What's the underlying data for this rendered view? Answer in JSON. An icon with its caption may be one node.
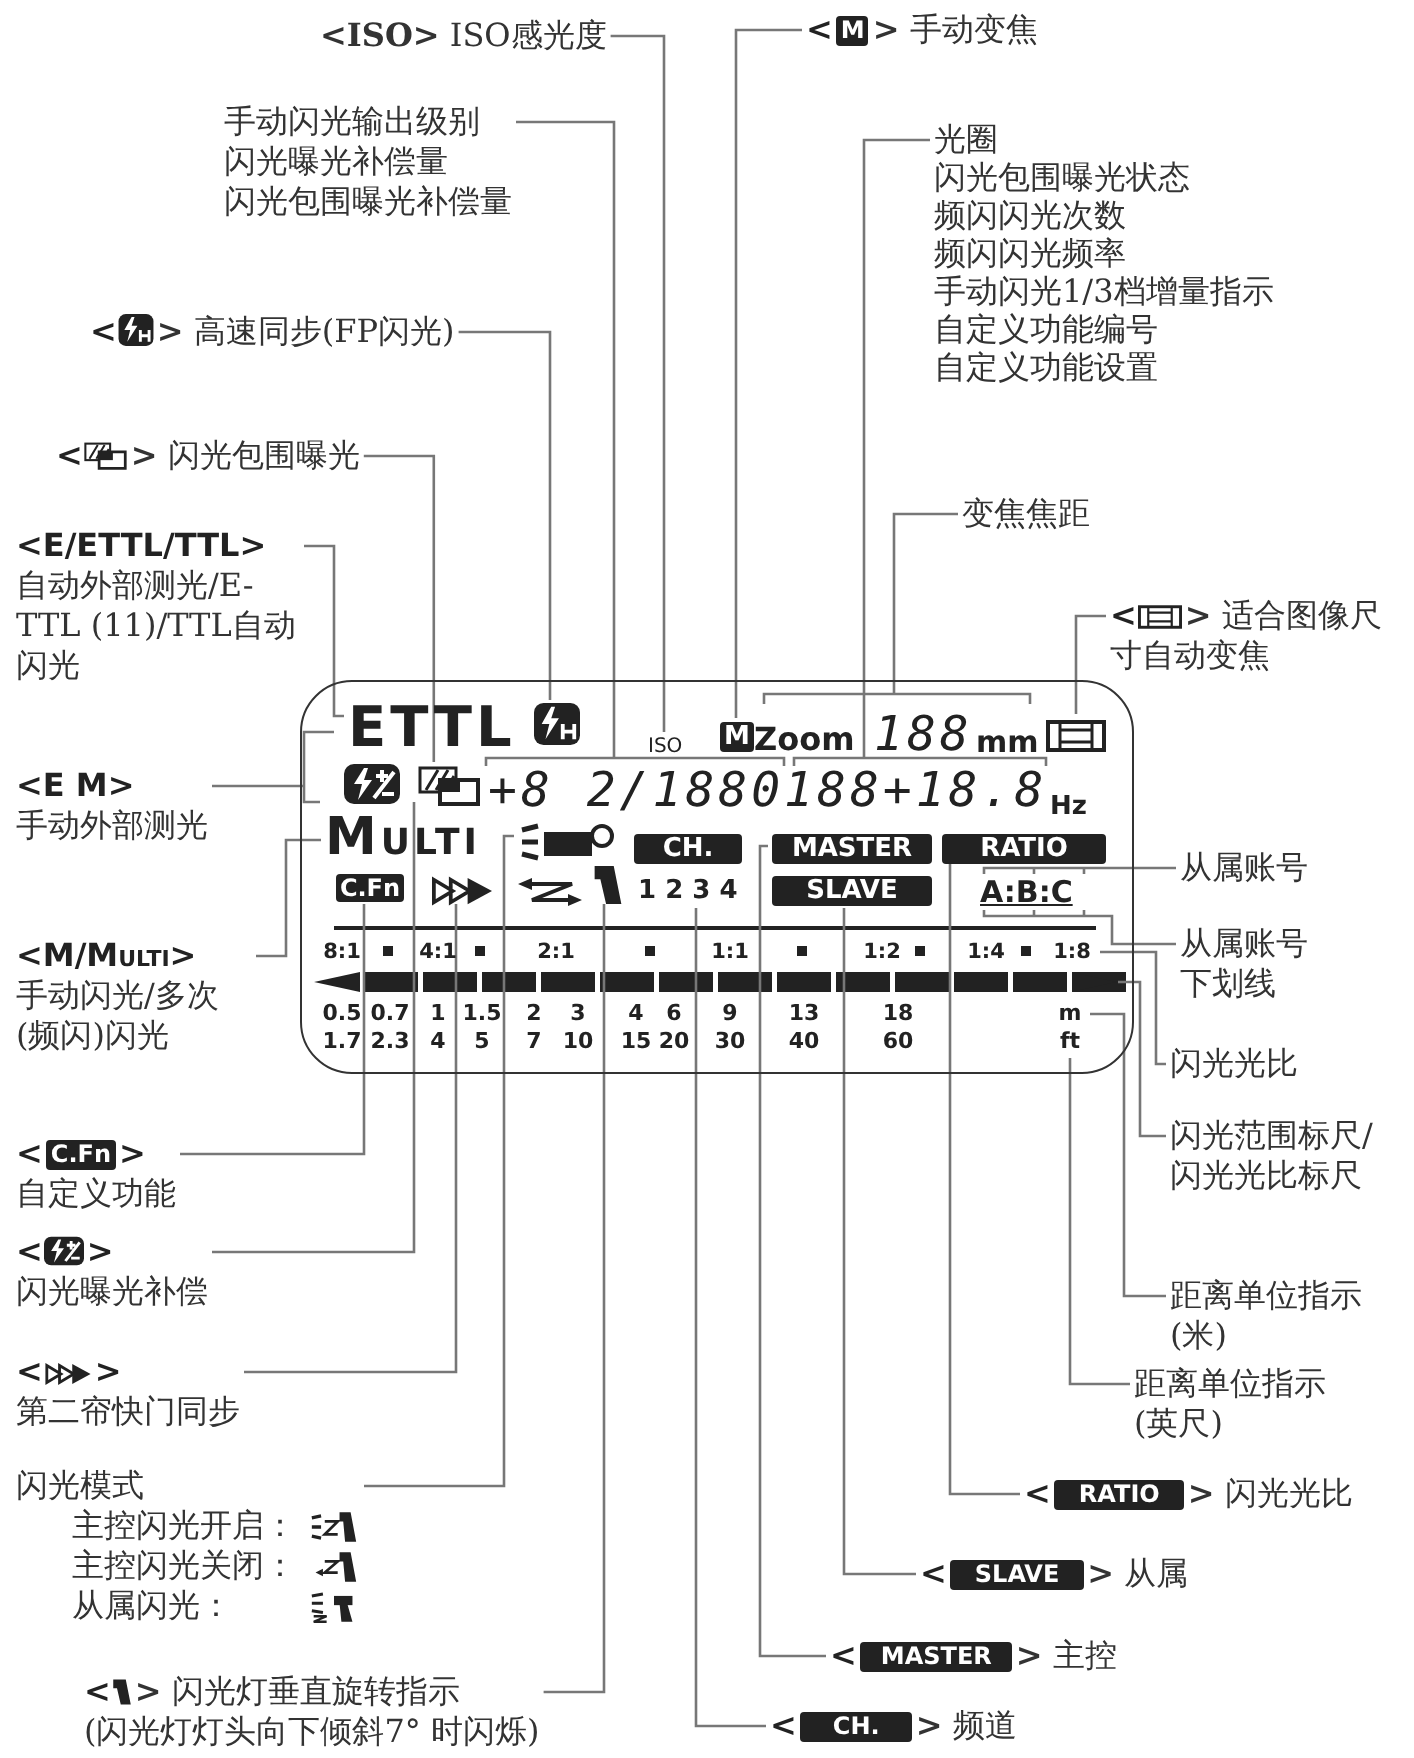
{
  "diagram": {
    "nodes": [
      {
        "text": [
          "**<ISO>** ISO感光度"
        ]
      },
      {
        "text": [
          "<",
          "M",
          "**>** 手动变焦"
        ]
      },
      {
        "text": [
          "手动闪光输出级别",
          "闪光曝光补偿量",
          "闪光包围曝光补偿量"
        ]
      },
      {
        "text": [
          "光圈",
          "闪光包围曝光状态",
          "频闪闪光次数",
          "频闪闪光频率",
          "手动闪光1/3档增量指示",
          "自定义功能编号",
          "自定义功能设置"
        ]
      },
      {
        "text": [
          "<",
          "**>** 高速同步(FP闪光)"
        ]
      },
      {
        "text": [
          "<",
          "**>** 闪光包围曝光"
        ]
      },
      {
        "text": [
          "变焦焦距"
        ]
      },
      {
        "text": [
          "<E/ETTL/TTL>",
          "自动外部测光/E-TTL (11)/TTL自动闪光"
        ]
      },
      {
        "text": [
          "<",
          "**>** 适合图像尺寸自动变焦"
        ]
      },
      {
        "text": [
          "ETTL",
          "ISO",
          "M",
          "Zoom",
          "188",
          "mm",
          "+8 2/1880188+18.8",
          "Hz",
          "Multi",
          "CH.",
          "MASTER",
          "RATIO",
          "C.Fn",
          "1 2 3 4",
          "SLAVE",
          "A:B:C",
          "8:1",
          "4:1",
          "2:1",
          "1:1",
          "1:2",
          "1:4",
          "1:8",
          "0.5",
          "0.7",
          "1",
          "1.5",
          "2",
          "3",
          "4",
          "6",
          "9",
          "13",
          "18",
          "m",
          "1.7",
          "2.3",
          "4",
          "5",
          "7",
          "10",
          "15",
          "20",
          "30",
          "40",
          "60",
          "ft"
        ]
      },
      {
        "text": [
          "<E M>",
          "手动外部测光"
        ]
      },
      {
        "text": [
          "从属账号"
        ]
      },
      {
        "text": [
          "<M/Multi>",
          "手动闪光/多次(频闪)闪光"
        ]
      },
      {
        "text": [
          "从属账号下划线"
        ]
      },
      {
        "text": [
          "闪光光比"
        ]
      },
      {
        "text": [
          "闪光范围标尺/闪光光比标尺"
        ]
      },
      {
        "text": [
          "<",
          "C.Fn",
          ">",
          "自定义功能"
        ]
      },
      {
        "text": [
          "距离单位指示(米)"
        ]
      },
      {
        "text": [
          "<",
          ">",
          "闪光曝光补偿"
        ]
      },
      {
        "text": [
          "距离单位指示(英尺)"
        ]
      },
      {
        "text": [
          "<",
          ">",
          "第二帘快门同步"
        ]
      },
      {
        "text": [
          "闪光模式",
          "主控闪光开启：",
          "主控闪光关闭：",
          "从属闪光："
        ]
      },
      {
        "text": [
          "<",
          "RATIO",
          "**>** 闪光光比"
        ]
      },
      {
        "text": [
          "<",
          "SLAVE",
          "**>** 从属"
        ]
      },
      {
        "text": [
          "<",
          "MASTER",
          "**>** 主控"
        ]
      },
      {
        "text": [
          "<",
          "**>** 闪光灯垂直旋转指示",
          "(闪光灯灯头向下倾斜7° 时闪烁)"
        ]
      },
      {
        "text": [
          "<",
          "CH.",
          "**>** 频道"
        ]
      }
    ],
    "edges": [
      {
        "from": 0,
        "to": 9,
        "arrow": "none"
      },
      {
        "from": 1,
        "to": 9,
        "arrow": "none"
      },
      {
        "from": 2,
        "to": 9,
        "arrow": "none"
      },
      {
        "from": 3,
        "to": 9,
        "arrow": "none"
      },
      {
        "from": 4,
        "to": 9,
        "arrow": "none"
      },
      {
        "from": 5,
        "to": 9,
        "arrow": "none"
      },
      {
        "from": 6,
        "to": 9,
        "arrow": "none"
      },
      {
        "from": 7,
        "to": 9,
        "arrow": "none"
      },
      {
        "from": 8,
        "to": 9,
        "arrow": "none"
      },
      {
        "from": 10,
        "to": 9,
        "arrow": "none"
      },
      {
        "from": 11,
        "to": 9,
        "arrow": "none"
      },
      {
        "from": 12,
        "to": 9,
        "arrow": "none"
      },
      {
        "from": 13,
        "to": 9,
        "arrow": "none"
      },
      {
        "from": 14,
        "to": 9,
        "arrow": "none"
      },
      {
        "from": 15,
        "to": 9,
        "arrow": "none"
      },
      {
        "from": 16,
        "to": 9,
        "arrow": "none"
      },
      {
        "from": 17,
        "to": 9,
        "arrow": "none"
      },
      {
        "from": 18,
        "to": 9,
        "arrow": "none"
      },
      {
        "from": 19,
        "to": 9,
        "arrow": "none"
      },
      {
        "from": 20,
        "to": 9,
        "arrow": "none"
      },
      {
        "from": 21,
        "to": 9,
        "arrow": "none"
      },
      {
        "from": 22,
        "to": 9,
        "arrow": "none"
      },
      {
        "from": 23,
        "to": 9,
        "arrow": "none"
      },
      {
        "from": 24,
        "to": 9,
        "arrow": "none"
      },
      {
        "from": 25,
        "to": 9,
        "arrow": "none"
      },
      {
        "from": 26,
        "to": 9,
        "arrow": "none"
      }
    ]
  }
}
